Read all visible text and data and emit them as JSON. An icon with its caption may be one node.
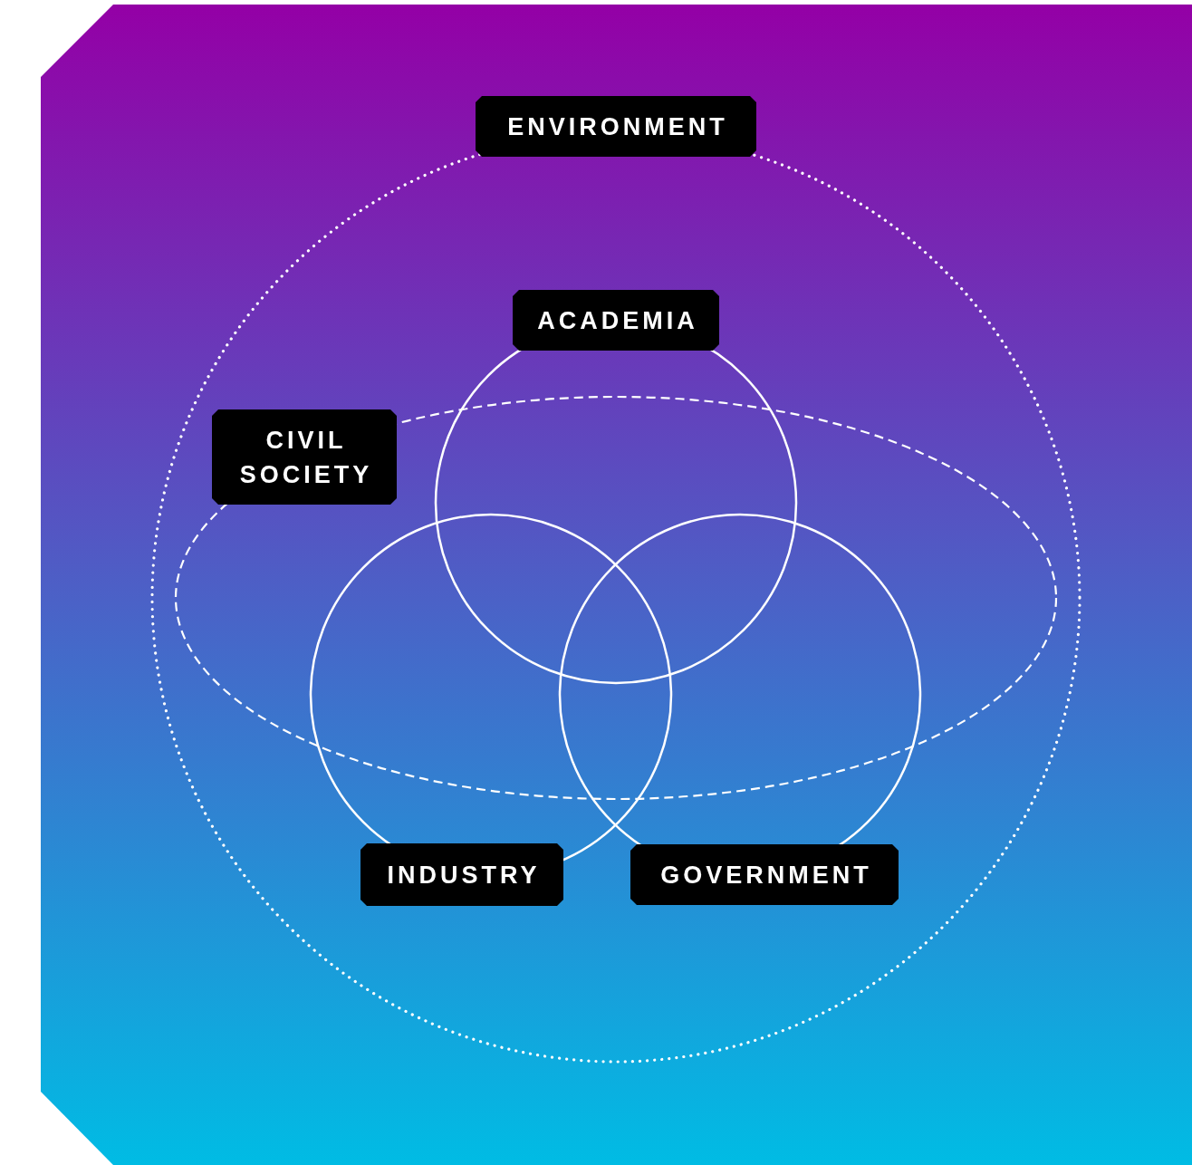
{
  "diagram": {
    "nodes": [
      {
        "text": [
          "ENVIRONMENT"
        ]
      },
      {
        "text": [
          "ACADEMIA"
        ],
        "in": 0
      },
      {
        "text": [
          "CIVIL SOCIETY"
        ],
        "in": 0
      },
      {
        "text": [
          "INDUSTRY"
        ],
        "in": 0
      },
      {
        "text": [
          "GOVERNMENT"
        ],
        "in": 0
      }
    ]
  }
}
